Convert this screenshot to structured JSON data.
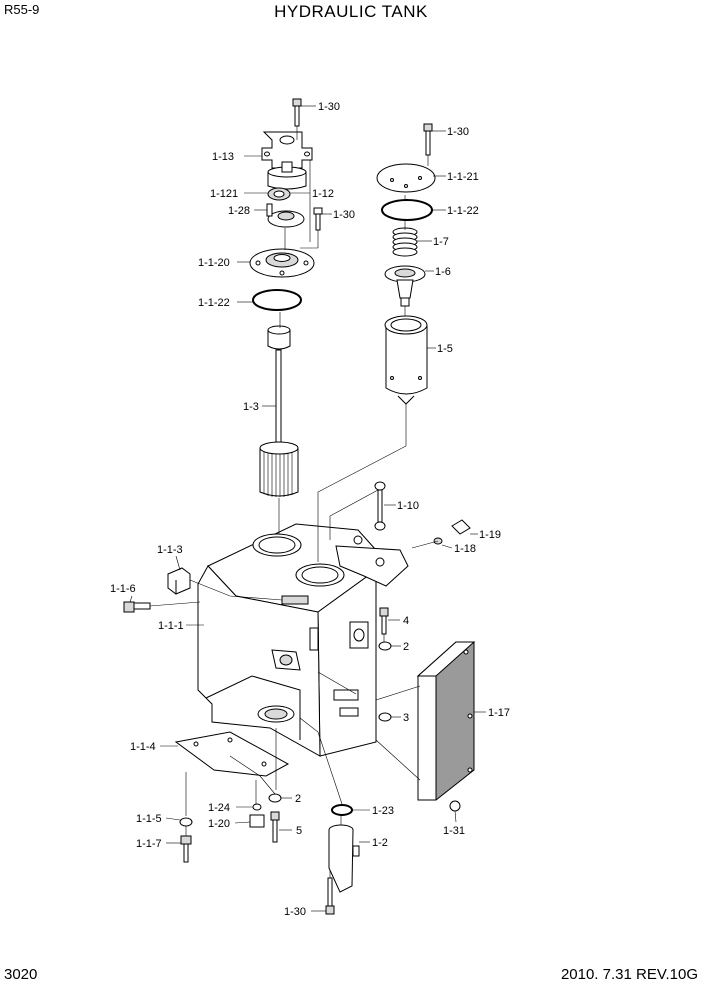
{
  "header": {
    "model": "R55-9",
    "title": "HYDRAULIC TANK"
  },
  "footer": {
    "page": "3020",
    "revision": "2010. 7.31  REV.10G"
  },
  "labels": {
    "l1": "1-30",
    "l2": "1-30",
    "l3": "1-13",
    "l4": "1-1-21",
    "l5": "1-121",
    "l6": "1-12",
    "l7": "1-28",
    "l8": "1-30",
    "l9": "1-1-22",
    "l10": "1-7",
    "l11": "1-1-20",
    "l12": "1-6",
    "l13": "1-1-22",
    "l14": "1-5",
    "l15": "1-3",
    "l16": "1-10",
    "l17": "1-19",
    "l18": "1-18",
    "l19": "1-1-3",
    "l20": "1-1-6",
    "l21": "4",
    "l22": "1-1-1",
    "l23": "2",
    "l24": "1-17",
    "l25": "3",
    "l26": "1-1-4",
    "l27": "2",
    "l28": "1-24",
    "l29": "1-23",
    "l30": "1-1-5",
    "l31": "1-20",
    "l32": "5",
    "l33": "1-31",
    "l34": "1-1-7",
    "l35": "1-2",
    "l36": "1-30"
  }
}
